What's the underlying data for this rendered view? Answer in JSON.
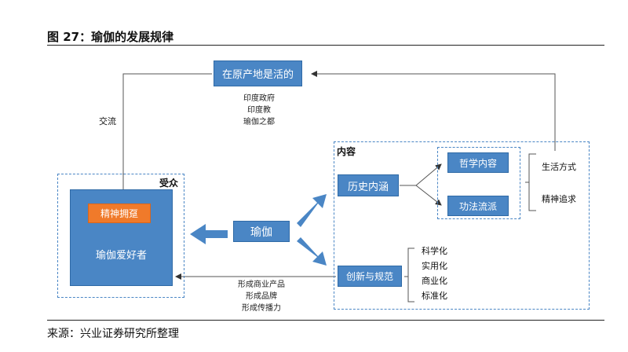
{
  "figure_title": "图 27：瑜伽的发展规律",
  "source": "来源：兴业证券研究所整理",
  "origin_box": "在原产地是活的",
  "origin_notes": [
    "印度政府",
    "印度教",
    "瑜伽之都"
  ],
  "exchange_label": "交流",
  "audience": {
    "title": "受众",
    "spirit_box": "精神拥趸",
    "fans_box": "瑜伽爱好者"
  },
  "center_box": "瑜伽",
  "content": {
    "title": "内容",
    "history_box": "历史内涵",
    "philosophy_box": "哲学内容",
    "methods_box": "功法流派",
    "innovation_box": "创新与规范",
    "right_list": [
      "生活方式",
      "精神追求"
    ],
    "innovation_list": [
      "科学化",
      "实用化",
      "商业化",
      "标准化"
    ]
  },
  "bottom_notes": [
    "形成商业产品",
    "形成品牌",
    "形成传播力"
  ],
  "colors": {
    "box_blue": "#4A86C5",
    "orange": "#F07A2A",
    "arrow_blue": "#4A86C5"
  }
}
